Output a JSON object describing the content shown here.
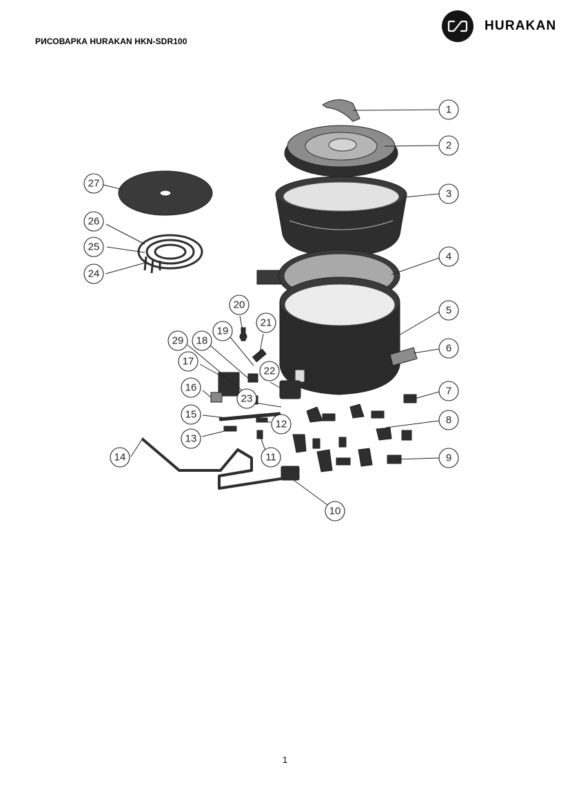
{
  "header": {
    "title": "РИСОВАРКА HURAKAN HKN-SDR100",
    "brand_name": "HURAKAN",
    "logo_icon": "hurakan-logo-icon"
  },
  "diagram": {
    "callouts": [
      "1",
      "2",
      "3",
      "4",
      "5",
      "6",
      "7",
      "8",
      "9",
      "10",
      "11",
      "12",
      "13",
      "14",
      "15",
      "16",
      "17",
      "18",
      "19",
      "20",
      "21",
      "22",
      "23",
      "24",
      "25",
      "26",
      "27",
      "29"
    ]
  },
  "footer": {
    "page_number": "1"
  },
  "colors": {
    "part_fill": "#2e2e2e",
    "part_light": "#9a9a9a",
    "outline": "#222222"
  }
}
